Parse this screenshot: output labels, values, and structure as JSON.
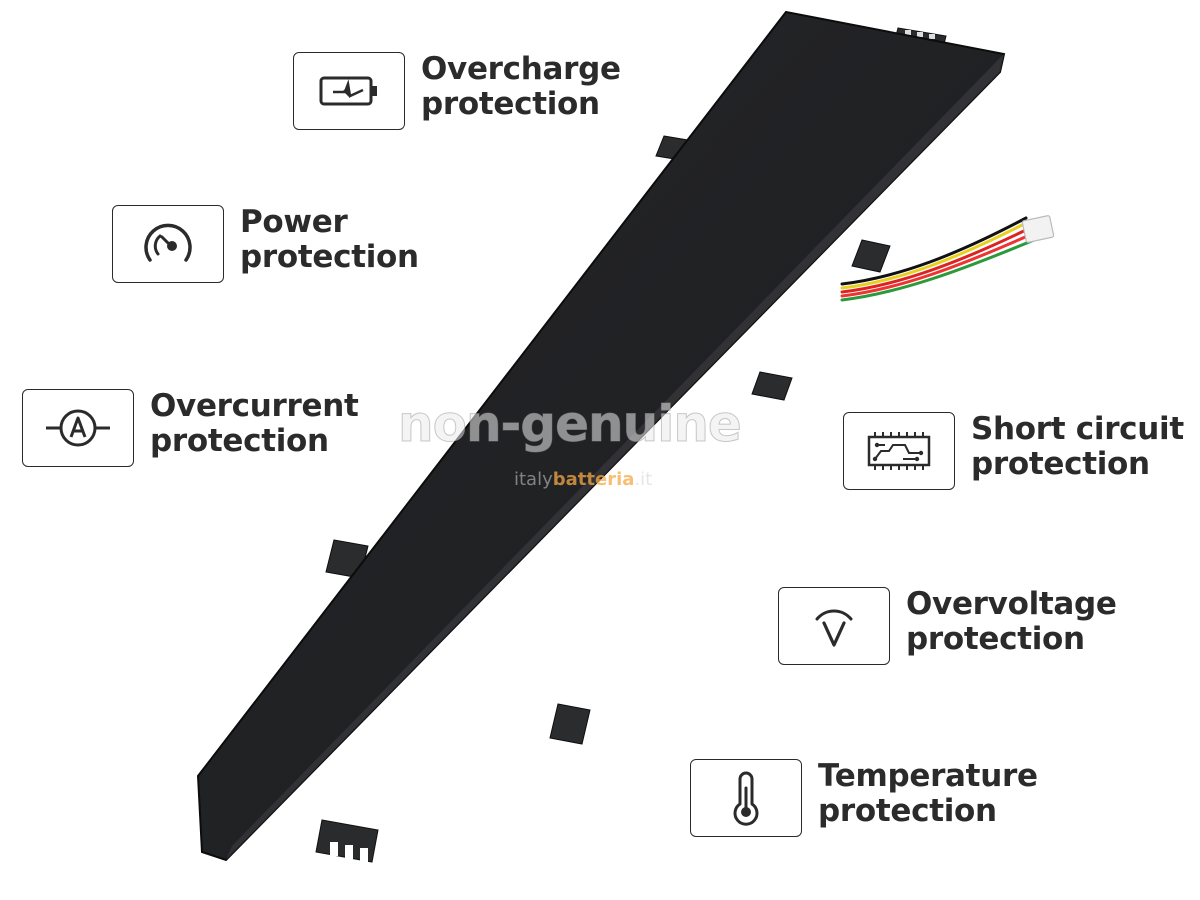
{
  "features": [
    {
      "id": "overcharge",
      "line1": "Overcharge",
      "line2": "protection",
      "icon": "battery-charge-icon"
    },
    {
      "id": "power",
      "line1": "Power",
      "line2": "protection",
      "icon": "gauge-icon"
    },
    {
      "id": "overcurrent",
      "line1": "Overcurrent",
      "line2": "protection",
      "icon": "ammeter-icon"
    },
    {
      "id": "short-circuit",
      "line1": "Short circuit",
      "line2": "protection",
      "icon": "circuit-board-icon"
    },
    {
      "id": "overvoltage",
      "line1": "Overvoltage",
      "line2": "protection",
      "icon": "voltmeter-icon"
    },
    {
      "id": "temperature",
      "line1": "Temperature",
      "line2": "protection",
      "icon": "thermometer-icon"
    }
  ],
  "watermark": {
    "main": "non-genuine",
    "site_prefix": "italy",
    "site_brand": "batteria",
    "site_suffix": ".it"
  },
  "colors": {
    "battery_body": "#1e1f21",
    "text": "#2b2b2b",
    "accent": "#f0a030"
  }
}
